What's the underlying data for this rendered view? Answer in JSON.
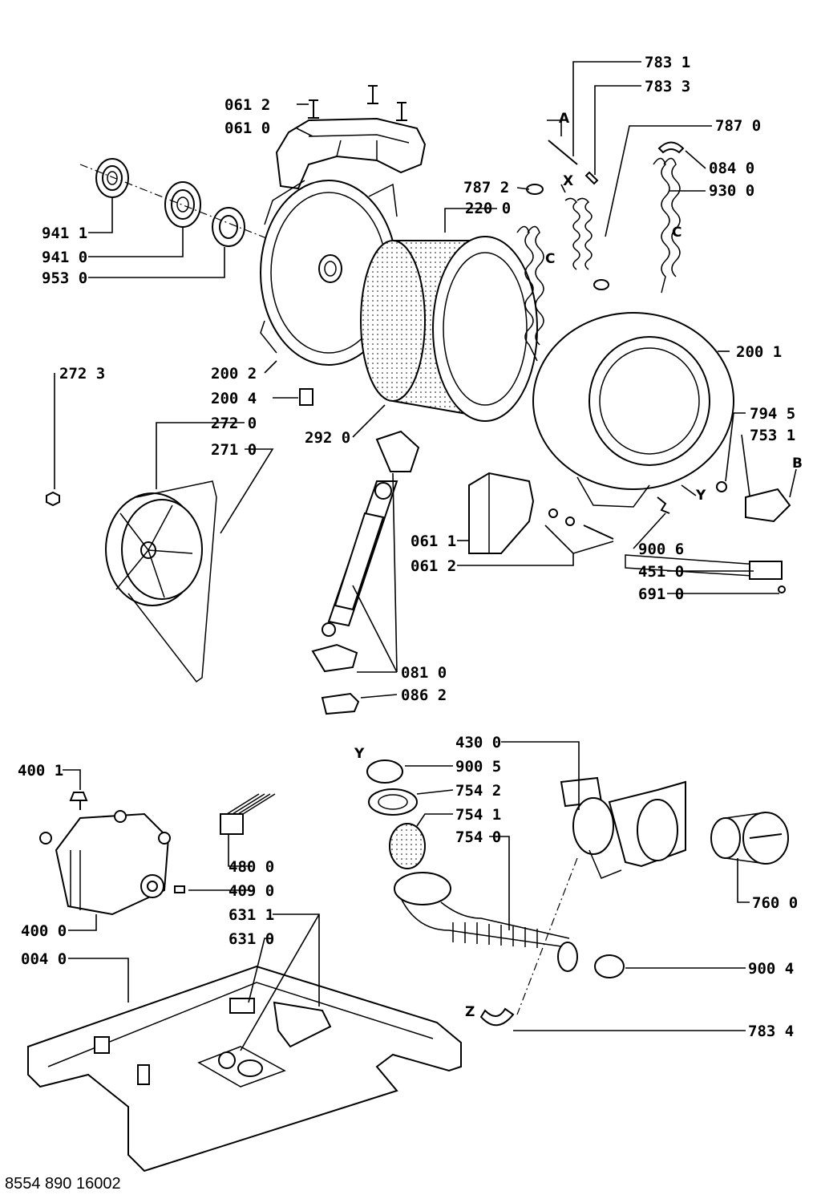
{
  "footer": {
    "doc_number": "8554 890 16002"
  },
  "parts": {
    "p7831": "783 1",
    "p7833": "783 3",
    "p0612a": "061 2",
    "p0610": "061 0",
    "p7870": "787 0",
    "p0840": "084 0",
    "p7872": "787 2",
    "p9300": "930 0",
    "p2200": "220 0",
    "p9411": "941 1",
    "p9410": "941 0",
    "p9530": "953 0",
    "p2001": "200 1",
    "p2723": "272 3",
    "p2002": "200 2",
    "p2004": "200 4",
    "p2720": "272 0",
    "p2920": "292 0",
    "p7945": "794 5",
    "p7531": "753 1",
    "p2710": "271 0",
    "p0611": "061 1",
    "p9006": "900 6",
    "p0612b": "061 2",
    "p4510": "451 0",
    "p6910": "691 0",
    "p0810": "081 0",
    "p0862": "086 2",
    "p4300": "430 0",
    "p9005": "900 5",
    "p4001": "400 1",
    "p7542": "754 2",
    "p7541": "754 1",
    "p7540": "754 0",
    "p4800": "480 0",
    "p4090": "409 0",
    "p7600": "760 0",
    "p6311": "631 1",
    "p4000": "400 0",
    "p6310": "631 0",
    "p0040": "004 0",
    "p9004": "900 4",
    "p7834": "783 4"
  },
  "markers": {
    "A": "A",
    "X": "X",
    "C1": "C",
    "C2": "C",
    "Y1": "Y",
    "B": "B",
    "Y2": "Y",
    "Z": "Z"
  }
}
